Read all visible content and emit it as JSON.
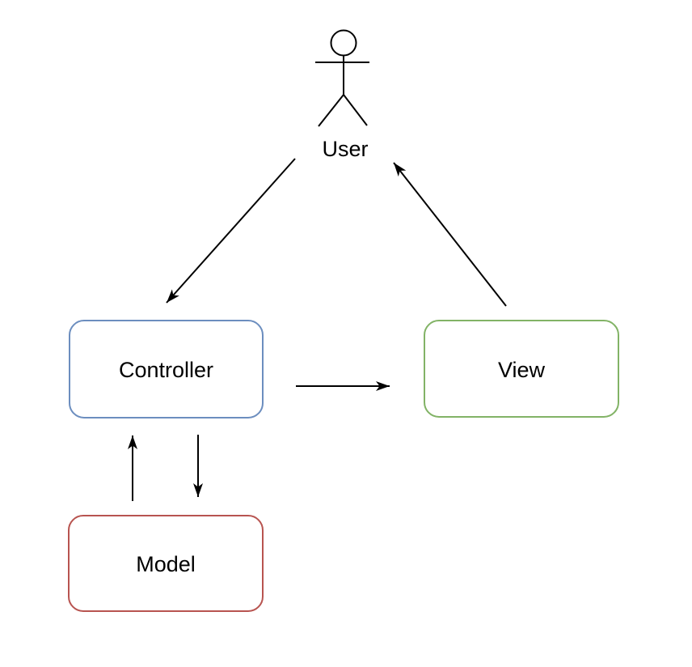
{
  "diagram": {
    "kind": "mvc-architecture-diagram",
    "actor": {
      "label": "User"
    },
    "nodes": [
      {
        "id": "controller",
        "label": "Controller",
        "border_color": "#6c8ebf",
        "fill": "#ffffff"
      },
      {
        "id": "view",
        "label": "View",
        "border_color": "#82b366",
        "fill": "#ffffff"
      },
      {
        "id": "model",
        "label": "Model",
        "border_color": "#b85450",
        "fill": "#ffffff"
      }
    ],
    "edges": [
      {
        "id": "user-to-controller",
        "from": "User",
        "to": "Controller",
        "style": "solid-arrow"
      },
      {
        "id": "view-to-user",
        "from": "View",
        "to": "User",
        "style": "solid-arrow"
      },
      {
        "id": "controller-to-view",
        "from": "Controller",
        "to": "View",
        "style": "solid-arrow"
      },
      {
        "id": "model-to-controller",
        "from": "Model",
        "to": "Controller",
        "style": "solid-arrow"
      },
      {
        "id": "controller-to-model",
        "from": "Controller",
        "to": "Model",
        "style": "solid-arrow"
      }
    ],
    "colors": {
      "edge": "#000000",
      "actor": "#000000",
      "text": "#000000",
      "background": "#ffffff"
    }
  }
}
